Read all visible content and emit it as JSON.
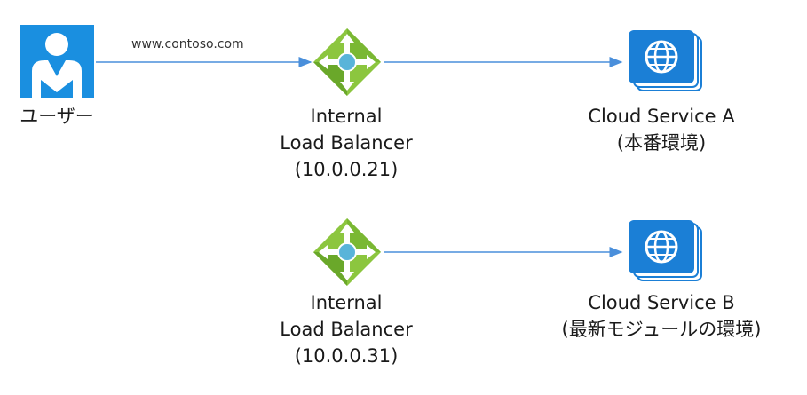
{
  "nodes": {
    "user": {
      "label": "ユーザー"
    },
    "lb1": {
      "lines": [
        "Internal",
        "Load Balancer",
        "(10.0.0.21)"
      ]
    },
    "lb2": {
      "lines": [
        "Internal",
        "Load Balancer",
        "(10.0.0.31)"
      ]
    },
    "cs_a": {
      "lines": [
        "Cloud Service A",
        "(本番環境)"
      ]
    },
    "cs_b": {
      "lines": [
        "Cloud Service B",
        "(最新モジュールの環境)"
      ]
    }
  },
  "edges": {
    "user_to_lb1": {
      "label": "www.contoso.com"
    }
  },
  "colors": {
    "user_blue": "#1a8fe0",
    "lb_green_light": "#8cc63f",
    "lb_green_dark": "#5a9e1d",
    "lb_center": "#59b4d9",
    "cloud_blue": "#1b7fd6",
    "arrow": "#4a8fdb"
  },
  "icons": {
    "user": "user-icon",
    "lb": "load-balancer-icon",
    "cloud": "cloud-service-icon"
  }
}
